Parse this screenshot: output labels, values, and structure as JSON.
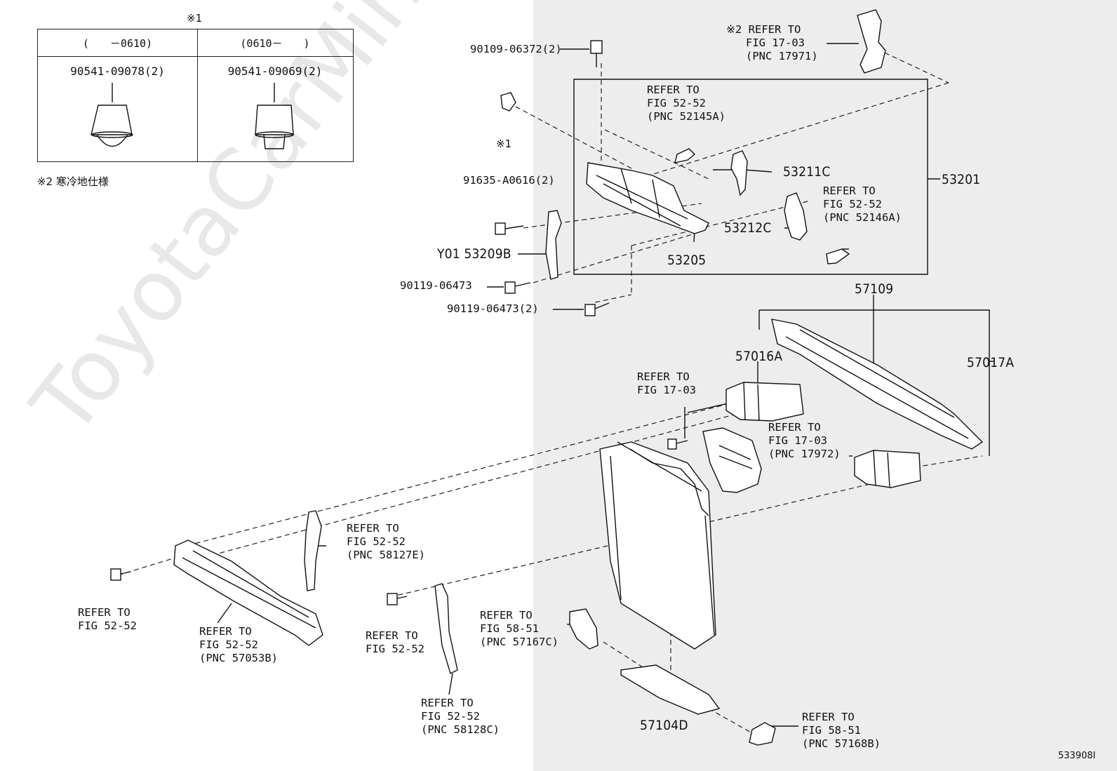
{
  "watermark": "ToyotaCarMine.ru",
  "illustration_id": "533908I",
  "inset": {
    "note_mark": "※1",
    "col1": {
      "range": "(　　－0610)",
      "part": "90541-09078(2)"
    },
    "col2": {
      "range": "(0610－　　)",
      "part": "90541-09069(2)"
    },
    "footnote": "※2 寒冷地仕様"
  },
  "callouts": {
    "c01": "90109-06372(2)",
    "c02": "※1",
    "c03": "91635-A0616(2)",
    "c04": "Y01 53209B",
    "c05": "90119-06473",
    "c06": "90119-06473(2)",
    "c07": "53205",
    "c08": "53201",
    "c09": "53211C",
    "c10": "53212C",
    "c11": "57109",
    "c12": "57016A",
    "c13": "57017A",
    "c14": "57104D"
  },
  "refs": {
    "r01": "※2 REFER TO\n   FIG 17-03\n   (PNC 17971)",
    "r02": "REFER TO\nFIG 52-52\n(PNC 52145A)",
    "r03": "REFER TO\nFIG 52-52\n(PNC 52146A)",
    "r04": "REFER TO\nFIG 17-03",
    "r05": "REFER TO\nFIG 17-03\n(PNC 17972)",
    "r06": "REFER TO\nFIG 52-52\n(PNC 58127E)",
    "r07": "REFER TO\nFIG 52-52",
    "r08": "REFER TO\nFIG 52-52\n(PNC 57053B)",
    "r09": "REFER TO\nFIG 52-52",
    "r10": "REFER TO\nFIG 52-52\n(PNC 58128C)",
    "r11": "REFER TO\nFIG 58-51\n(PNC 57167C)",
    "r12": "REFER TO\nFIG 58-51\n(PNC 57168B)"
  }
}
